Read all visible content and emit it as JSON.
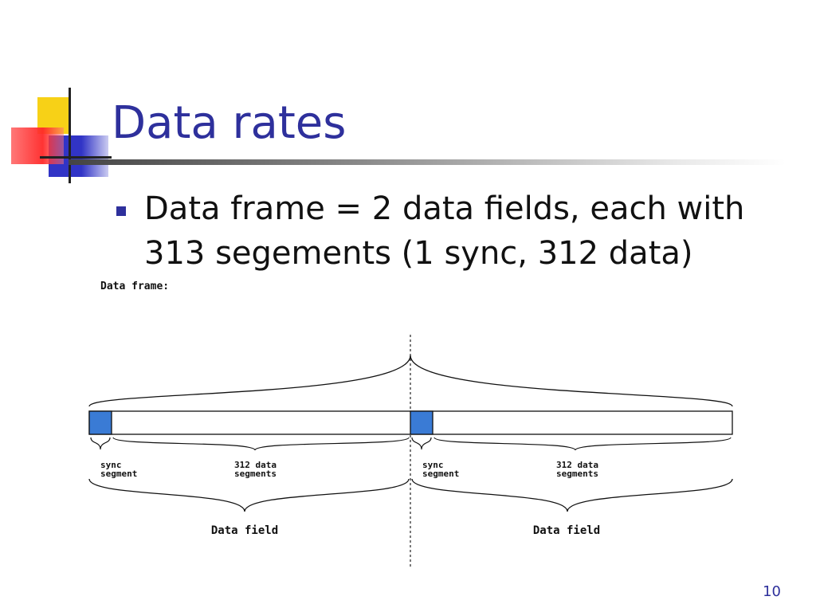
{
  "slide": {
    "title": "Data rates",
    "bullet_lines": [
      "Data frame = 2 data fields, each with",
      "313 segements (1 sync, 312 data)"
    ],
    "slide_number": "10"
  },
  "diagram": {
    "frame_label": "Data frame:",
    "sync_label_line1": "sync",
    "sync_label_line2": "segment",
    "data_label_line1": "312 data",
    "data_label_line2": "segments",
    "field_label": "Data field",
    "field_count": 2,
    "sync_color": "#3a7bd5"
  }
}
